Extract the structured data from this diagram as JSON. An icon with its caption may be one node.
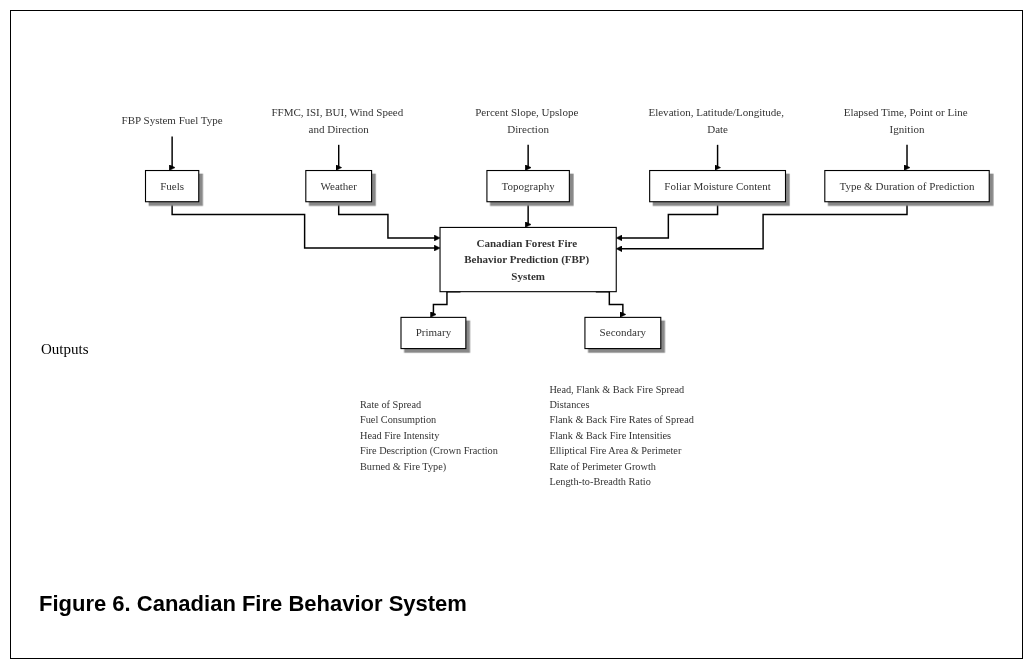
{
  "diagram": {
    "caption": "Figure 6. Canadian Fire Behavior System",
    "nodes": [
      {
        "text": [
          "FBP System Fuel Type"
        ]
      },
      {
        "text": [
          "FFMC, ISI, BUI, Wind Speed and Direction"
        ]
      },
      {
        "text": [
          "Percent Slope, Upslope Direction"
        ]
      },
      {
        "text": [
          "Elevation, Latitude/Longitude, Date"
        ]
      },
      {
        "text": [
          "Elapsed Time, Point or Line Ignition"
        ]
      },
      {
        "text": [
          "Fuels"
        ]
      },
      {
        "text": [
          "Weather"
        ]
      },
      {
        "text": [
          "Topography"
        ]
      },
      {
        "text": [
          "Foliar Moisture Content"
        ]
      },
      {
        "text": [
          "Type & Duration of Prediction"
        ]
      },
      {
        "text": [
          "Canadian Forest Fire Behavior Prediction (FBP) System"
        ]
      },
      {
        "text": [
          "Primary"
        ],
        "beside": [
          "Rate of Spread",
          "Fuel Consumption",
          "Head Fire Intensity",
          "Fire Description (Crown Fraction Burned & Fire Type)"
        ]
      },
      {
        "text": [
          "Secondary"
        ],
        "beside": [
          "Head, Flank & Back Fire Spread Distances",
          "Flank & Back Fire Rates of Spread",
          "Flank & Back Fire Intensities",
          "Elliptical Fire Area & Perimeter",
          "Rate of Perimeter Growth",
          "Length-to-Breadth Ratio"
        ]
      }
    ],
    "edges": [
      {
        "from": 0,
        "to": 5,
        "arrow": "to"
      },
      {
        "from": 1,
        "to": 6,
        "arrow": "to"
      },
      {
        "from": 2,
        "to": 7,
        "arrow": "to"
      },
      {
        "from": 3,
        "to": 8,
        "arrow": "to"
      },
      {
        "from": 4,
        "to": 9,
        "arrow": "to"
      },
      {
        "from": 5,
        "to": 10,
        "arrow": "to"
      },
      {
        "from": 6,
        "to": 10,
        "arrow": "to"
      },
      {
        "from": 7,
        "to": 10,
        "arrow": "to"
      },
      {
        "from": 8,
        "to": 10,
        "arrow": "to"
      },
      {
        "from": 9,
        "to": 10,
        "arrow": "to"
      },
      {
        "from": 10,
        "to": 11,
        "arrow": "to"
      },
      {
        "from": 10,
        "to": 12,
        "arrow": "to"
      }
    ],
    "labels": [
      "Outputs"
    ]
  }
}
